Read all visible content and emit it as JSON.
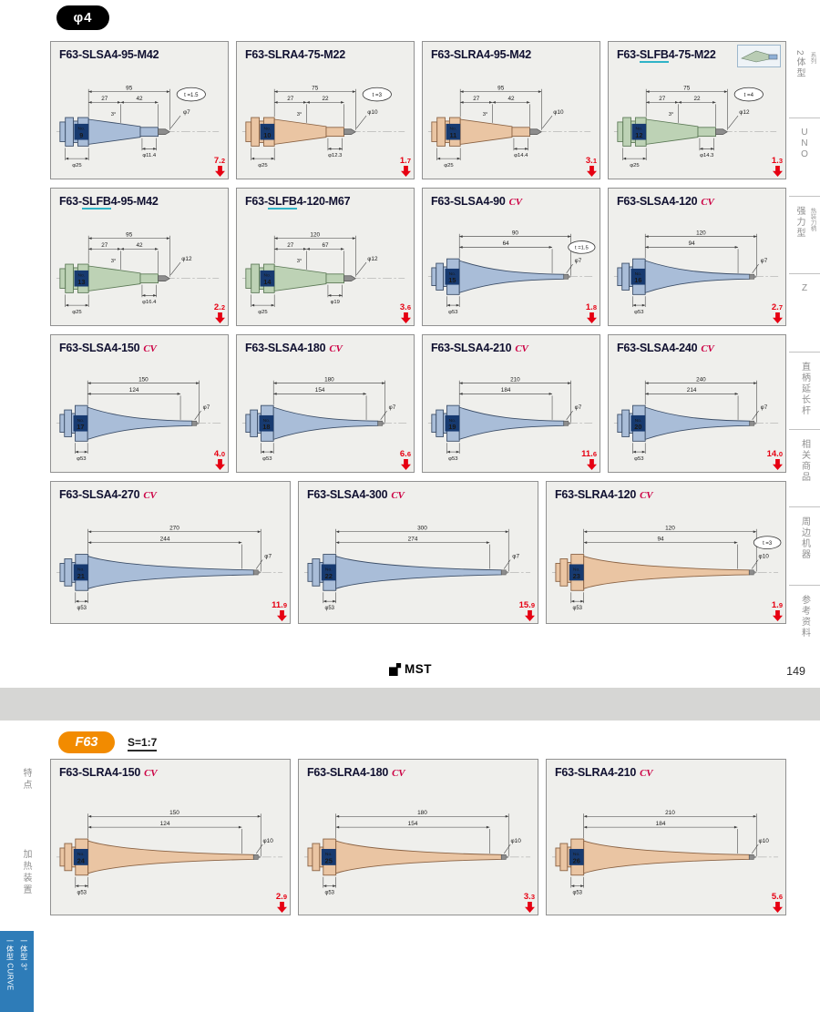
{
  "header": {
    "phi_badge": "φ4"
  },
  "footer": {
    "logo_text": "MST",
    "page_number": "149"
  },
  "bottom": {
    "f63_badge": "F63",
    "scale_note": "S=1:7"
  },
  "sidebar_right": [
    {
      "label": "2体型",
      "sub": "系列"
    },
    {
      "label": "UNO",
      "upright": true
    },
    {
      "label": "强力型",
      "sub": "热装刀柄"
    },
    {
      "label": "Z",
      "upright": true
    },
    {
      "label": "直柄延长杆"
    },
    {
      "label": "相关商品"
    },
    {
      "label": "周边机器"
    },
    {
      "label": "参考资料"
    }
  ],
  "sidebar_left": [
    "特点",
    "加热装置"
  ],
  "corner_tab_lines": [
    "一体型 3°",
    "一体型 CURVE"
  ],
  "colors": {
    "accent_red": "#e60012",
    "cv_red": "#cc0044",
    "series_underline": "#2fb3c7",
    "badge_navy": "#173a70",
    "f63_orange": "#f28b00",
    "corner_blue": "#2e7cb8",
    "tool": {
      "blue": {
        "fill": "#a9bdd8",
        "edge": "#3c4e68"
      },
      "tan": {
        "fill": "#eac5a3",
        "edge": "#8a6243"
      },
      "green": {
        "fill": "#bdd2b5",
        "edge": "#5d7a57"
      }
    }
  },
  "cells": [
    {
      "no": "9",
      "kind": "std",
      "type": "step",
      "color": "blue",
      "weight": "7.2",
      "cv": false,
      "title": [
        {
          "t": "F63-SLSA4-95-M42"
        }
      ],
      "dims": {
        "total": "95",
        "d1": "27",
        "d2": "42",
        "angle": "3°",
        "t": "t =1.5",
        "tip": "φ7",
        "neck": "φ11.4",
        "flange": "φ25"
      }
    },
    {
      "no": "10",
      "kind": "std",
      "type": "step",
      "color": "tan",
      "weight": "1.7",
      "cv": false,
      "title": [
        {
          "t": "F63-SLRA4-75-M22"
        }
      ],
      "dims": {
        "total": "75",
        "d1": "27",
        "d2": "22",
        "angle": "3°",
        "t": "t =3",
        "tip": "φ10",
        "neck": "φ12.3",
        "flange": "φ25"
      }
    },
    {
      "no": "11",
      "kind": "std",
      "type": "step",
      "color": "tan",
      "weight": "3.1",
      "cv": false,
      "title": [
        {
          "t": "F63-SLRA4-95-M42"
        }
      ],
      "dims": {
        "total": "95",
        "d1": "27",
        "d2": "42",
        "angle": "3°",
        "tip": "φ10",
        "neck": "φ14.4",
        "flange": "φ25"
      }
    },
    {
      "no": "12",
      "kind": "std",
      "type": "step",
      "color": "green",
      "weight": "1.3",
      "cv": false,
      "inset": true,
      "title": [
        {
          "t": "F63-"
        },
        {
          "t": "SLFB",
          "u": true
        },
        {
          "t": "4-75-M22"
        }
      ],
      "dims": {
        "total": "75",
        "d1": "27",
        "d2": "22",
        "angle": "3°",
        "t": "t =4",
        "tip": "φ12",
        "neck": "φ14.3",
        "flange": "φ25"
      }
    },
    {
      "no": "13",
      "kind": "std",
      "type": "step",
      "color": "green",
      "weight": "2.2",
      "cv": false,
      "title": [
        {
          "t": "F63-"
        },
        {
          "t": "SLFB",
          "u": true
        },
        {
          "t": "4-95-M42"
        }
      ],
      "dims": {
        "total": "95",
        "d1": "27",
        "d2": "42",
        "angle": "3°",
        "tip": "φ12",
        "neck": "φ16.4",
        "flange": "φ25"
      }
    },
    {
      "no": "14",
      "kind": "std",
      "type": "step",
      "color": "green",
      "weight": "3.6",
      "cv": false,
      "title": [
        {
          "t": "F63-"
        },
        {
          "t": "SLFB",
          "u": true
        },
        {
          "t": "4-120-M67"
        }
      ],
      "dims": {
        "total": "120",
        "d1": "27",
        "d2": "67",
        "angle": "3°",
        "tip": "φ12",
        "neck": "φ19",
        "flange": "φ25"
      }
    },
    {
      "no": "15",
      "kind": "std",
      "type": "curve",
      "color": "blue",
      "weight": "1.8",
      "cv": true,
      "title": [
        {
          "t": "F63-SLSA4-90"
        }
      ],
      "dims": {
        "total": "90",
        "sub": "64",
        "t": "t =1.5",
        "tip": "φ7",
        "flange": "φ53"
      }
    },
    {
      "no": "16",
      "kind": "std",
      "type": "curve",
      "color": "blue",
      "weight": "2.7",
      "cv": true,
      "title": [
        {
          "t": "F63-SLSA4-120"
        }
      ],
      "dims": {
        "total": "120",
        "sub": "94",
        "tip": "φ7",
        "flange": "φ53"
      }
    },
    {
      "no": "17",
      "kind": "std",
      "type": "curve",
      "color": "blue",
      "weight": "4.0",
      "cv": true,
      "title": [
        {
          "t": "F63-SLSA4-150"
        }
      ],
      "dims": {
        "total": "150",
        "sub": "124",
        "tip": "φ7",
        "flange": "φ53"
      }
    },
    {
      "no": "18",
      "kind": "std",
      "type": "curve",
      "color": "blue",
      "weight": "6.6",
      "cv": true,
      "title": [
        {
          "t": "F63-SLSA4-180"
        }
      ],
      "dims": {
        "total": "180",
        "sub": "154",
        "tip": "φ7",
        "flange": "φ53"
      }
    },
    {
      "no": "19",
      "kind": "std",
      "type": "curve",
      "color": "blue",
      "weight": "11.6",
      "cv": true,
      "title": [
        {
          "t": "F63-SLSA4-210"
        }
      ],
      "dims": {
        "total": "210",
        "sub": "184",
        "tip": "φ7",
        "flange": "φ53"
      }
    },
    {
      "no": "20",
      "kind": "std",
      "type": "curve",
      "color": "blue",
      "weight": "14.0",
      "cv": true,
      "title": [
        {
          "t": "F63-SLSA4-240"
        }
      ],
      "dims": {
        "total": "240",
        "sub": "214",
        "tip": "φ7",
        "flange": "φ53"
      }
    },
    {
      "no": "21",
      "kind": "wide",
      "type": "curve",
      "color": "blue",
      "weight": "11.9",
      "cv": true,
      "title": [
        {
          "t": "F63-SLSA4-270"
        }
      ],
      "dims": {
        "total": "270",
        "sub": "244",
        "tip": "φ7",
        "flange": "φ53"
      }
    },
    {
      "no": "22",
      "kind": "wide",
      "type": "curve",
      "color": "blue",
      "weight": "15.9",
      "cv": true,
      "title": [
        {
          "t": "F63-SLSA4-300"
        }
      ],
      "dims": {
        "total": "300",
        "sub": "274",
        "tip": "φ7",
        "flange": "φ53"
      }
    },
    {
      "no": "23",
      "kind": "wide",
      "type": "curve",
      "color": "tan",
      "weight": "1.9",
      "cv": true,
      "title": [
        {
          "t": "F63-SLRA4-120"
        }
      ],
      "dims": {
        "total": "120",
        "sub": "94",
        "t": "t =3",
        "tip": "φ10",
        "flange": "φ53"
      }
    },
    {
      "no": "24",
      "kind": "bottom",
      "type": "curve",
      "color": "tan",
      "weight": "2.9",
      "cv": true,
      "title": [
        {
          "t": "F63-SLRA4-150"
        }
      ],
      "dims": {
        "total": "150",
        "sub": "124",
        "tip": "φ10",
        "flange": "φ53"
      }
    },
    {
      "no": "25",
      "kind": "bottom",
      "type": "curve",
      "color": "tan",
      "weight": "3.3",
      "cv": true,
      "title": [
        {
          "t": "F63-SLRA4-180"
        }
      ],
      "dims": {
        "total": "180",
        "sub": "154",
        "tip": "φ10",
        "flange": "φ53"
      }
    },
    {
      "no": "26",
      "kind": "bottom",
      "type": "curve",
      "color": "tan",
      "weight": "5.6",
      "cv": true,
      "title": [
        {
          "t": "F63-SLRA4-210"
        }
      ],
      "dims": {
        "total": "210",
        "sub": "184",
        "tip": "φ10",
        "flange": "φ53"
      }
    }
  ]
}
